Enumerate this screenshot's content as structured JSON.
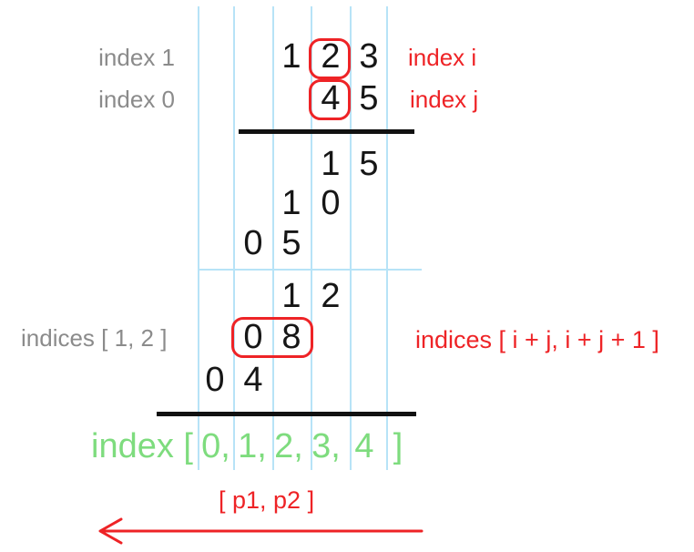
{
  "colors": {
    "grid_blue": "#b7e3f7",
    "accent_red": "#ee2326",
    "index_green": "#7edc7e",
    "label_gray": "#8b8b8b",
    "digit_black": "#161616"
  },
  "rows": {
    "multiplicand": [
      "1",
      "2",
      "3"
    ],
    "multiplier": [
      "4",
      "5"
    ],
    "p15": [
      "1",
      "5"
    ],
    "p10": [
      "1",
      "0"
    ],
    "p05": [
      "0",
      "5"
    ],
    "p12": [
      "1",
      "2"
    ],
    "p08": [
      "0",
      "8"
    ],
    "p04": [
      "0",
      "4"
    ]
  },
  "labels": {
    "index1": "index 1",
    "index0": "index 0",
    "indexi": "index i",
    "indexj": "index j",
    "indices12": "indices [ 1, 2 ]",
    "indicesij": "indices [ i + j, i + j + 1 ]",
    "p1p2": "[ p1, p2 ]"
  },
  "green_index_row": {
    "prefix": "index [",
    "items": [
      "0,",
      "1,",
      "2,",
      "3,",
      "4"
    ],
    "suffix": "]"
  }
}
